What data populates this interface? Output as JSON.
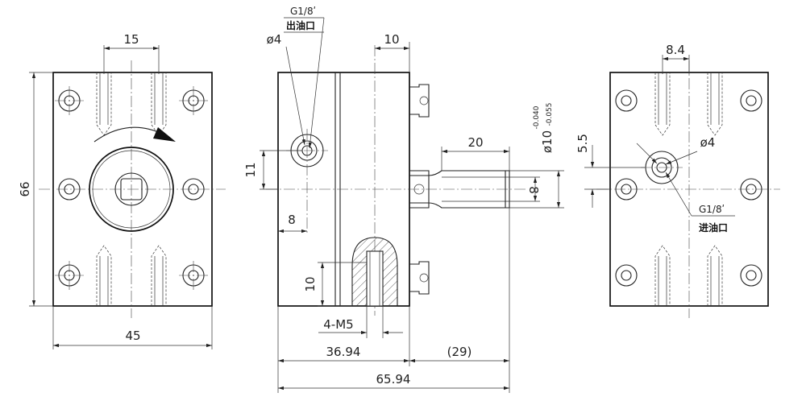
{
  "left_view": {
    "dims": {
      "width": "45",
      "height": "66",
      "hole_pitch": "15"
    }
  },
  "front_view": {
    "dims": {
      "slot_width": "10",
      "outlet_dia": "ø4",
      "outlet_thread": "G1/8ʹ",
      "outlet_label": "出油口",
      "outlet_height": "11",
      "outlet_offset": "8",
      "shaft_length": "20",
      "shaft_dia": "ø10",
      "shaft_tol_upper": "-0.040",
      "shaft_tol_lower": "-0.055",
      "shaft_flat": "8",
      "thread_depth": "10",
      "thread_size": "4-M5",
      "body_length": "36.94",
      "shaft_ext": "(29)",
      "total_length": "65.94"
    }
  },
  "right_view": {
    "dims": {
      "hole_pitch": "8.4",
      "inlet_offset": "5.5",
      "inlet_dia": "ø4",
      "inlet_thread": "G1/8ʹ",
      "inlet_label": "进油口"
    }
  }
}
